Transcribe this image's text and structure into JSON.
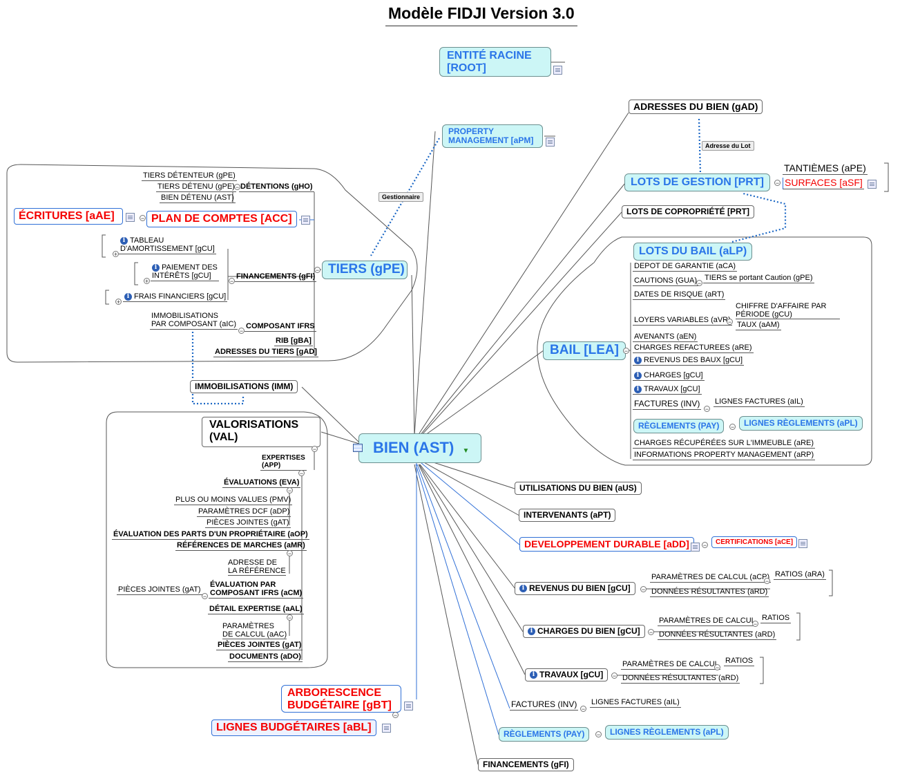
{
  "title": "Modèle FIDJI Version 3.0",
  "icons": {
    "info": "info-icon",
    "note": "note-icon",
    "toggle": "collapse-toggle-icon",
    "table": "table-icon",
    "dropdown": "dropdown-arrow-icon"
  },
  "colors": {
    "red": "#f40000",
    "blue": "#2a75e8",
    "cyan": "#ccf6f6",
    "link": "#1a66c4"
  },
  "nodes": {
    "root": "ENTITÉ RACINE\n[ROOT]",
    "center": "BIEN (AST)",
    "pm": "PROPERTY\nMANAGEMENT [aPM]",
    "gestionnaire": "Gestionnaire",
    "tiers": "TIERS (gPE)",
    "tiers_children": {
      "detentions": "DÉTENTIONS (gHO)",
      "tiers_detenteur": "TIERS DÉTENTEUR (gPE)",
      "tiers_detenu": "TIERS DÉTENU (gPE)",
      "bien_detenu": "BIEN DÉTENU (AST)",
      "plan_comptes": "PLAN DE COMPTES [ACC]",
      "ecritures": "ÉCRITURES [aAE]",
      "financements": "FINANCEMENTS (gFI)",
      "tableau_amort": "TABLEAU\nD'AMORTISSEMENT [gCU]",
      "paiement_interets": "PAIEMENT DES\nINTÉRÊTS [gCU]",
      "frais_financiers": "FRAIS FINANCIERS [gCU]",
      "composant_ifrs": "COMPOSANT IFRS",
      "immob_composant": "IMMOBILISATIONS\nPAR COMPOSANT (aIC)",
      "rib": "RIB [gBA]",
      "adresses_tiers": "ADRESSES DU TIERS [gAD]"
    },
    "immobilisations": "IMMOBILISATIONS (IMM)",
    "valorisations": "VALORISATIONS\n(VAL)",
    "val_children": {
      "expertises": "EXPERTISES\n(APP)",
      "evaluations": "ÉVALUATIONS (EVA)",
      "pmv": "PLUS OU MOINS VALUES (PMV)",
      "param_dcf": "PARAMÈTRES DCF (aDP)",
      "pieces_jointes": "PIÈCES JOINTES (gAT)",
      "eval_parts": "ÉVALUATION DES PARTS D'UN PROPRIÉTAIRE (aOP)",
      "references_marches": "RÉFÉRENCES DE MARCHES (aMR)",
      "adresse_reference": "ADRESSE DE\nLA RÉFÉRENCE",
      "pj_left": "PIÈCES JOINTES (gAT)",
      "eval_composant": "ÉVALUATION PAR\nCOMPOSANT IFRS (aCM)",
      "detail_expertise": "DÉTAIL EXPERTISE (aAL)",
      "param_calcul": "PARAMÈTRES\nDE CALCUL (aAC)",
      "pieces_jointes2": "PIÈCES JOINTES (gAT)",
      "documents": "DOCUMENTS (aDO)"
    },
    "arbo_budget": "ARBORESCENCE\nBUDGÉTAIRE [gBT]",
    "lignes_budget": "LIGNES BUDGÉTAIRES [aBL]",
    "adresses_bien": "ADRESSES DU BIEN  (gAD)",
    "adresse_lot": "Adresse du Lot",
    "lots_gestion": "LOTS DE GESTION [PRT]",
    "tantiemes": "TANTIÈMES (aPE)",
    "surfaces": "SURFACES [aSF]",
    "lots_copro": "LOTS DE COPROPRIÉTÉ [PRT]",
    "bail": "BAIL [LEA]",
    "bail_children": {
      "lots_bail": "LOTS DU BAIL (aLP)",
      "depot": "DEPOT DE GARANTIE (aCA)",
      "cautions": "CAUTIONS (GUA)",
      "tiers_caution": "TIERS se portant Caution (gPE)",
      "dates_risque": "DATES DE RISQUE (aRT)",
      "loyers_variables": "LOYERS VARIABLES (aVR)",
      "ca_periode": "CHIFFRE D'AFFAIRE PAR\nPÉRIODE (gCU)",
      "taux": "TAUX (aAM)",
      "avenants": "AVENANTS (aEN)",
      "charges_ref": "CHARGES REFACTUREES (aRE)",
      "revenus_baux": "REVENUS DES BAUX [gCU]",
      "charges": "CHARGES [gCU]",
      "travaux": "TRAVAUX [gCU]",
      "factures": "FACTURES (INV)",
      "lignes_factures": "LIGNES FACTURES (aIL)",
      "reglements": "RÈGLEMENTS (PAY)",
      "lignes_reglements": "LIGNES RÈGLEMENTS (aPL)",
      "charges_recup": "CHARGES RÉCUPÉRÉES SUR L'IMMEUBLE (aRE)",
      "infos_pm": "INFORMATIONS PROPERTY MANAGEMENT (aRP)"
    },
    "utilisations": "UTILISATIONS DU BIEN (aUS)",
    "intervenants": "INTERVENANTS (aPT)",
    "dev_durable": "DEVELOPPEMENT DURABLE [aDD]",
    "certifications": "CERTIFICATIONS [aCE]",
    "revenus_bien": "REVENUS DU BIEN [gCU]",
    "rb_param": "PARAMÈTRES DE CALCUL (aCP)",
    "rb_ratios": "RATIOS (aRA)",
    "rb_donnees": "DONNÉES RÉSULTANTES (aRD)",
    "charges_bien": "CHARGES DU BIEN [gCU]",
    "cb_param": "PARAMÈTRES DE CALCUL",
    "cb_ratios": "RATIOS",
    "cb_donnees": "DONNÉES RÉSULTANTES (aRD)",
    "travaux_c": "TRAVAUX [gCU]",
    "tr_param": "PARAMÈTRES DE CALCUL",
    "tr_ratios": "RATIOS",
    "tr_donnees": "DONNÉES RÉSULTANTES (aRD)",
    "factures_c": "FACTURES (INV)",
    "lignes_factures_c": "LIGNES FACTURES (aIL)",
    "reglements_c": "RÈGLEMENTS (PAY)",
    "lignes_reglements_c": "LIGNES RÈGLEMENTS (aPL)",
    "financements_c": "FINANCEMENTS (gFI)"
  }
}
